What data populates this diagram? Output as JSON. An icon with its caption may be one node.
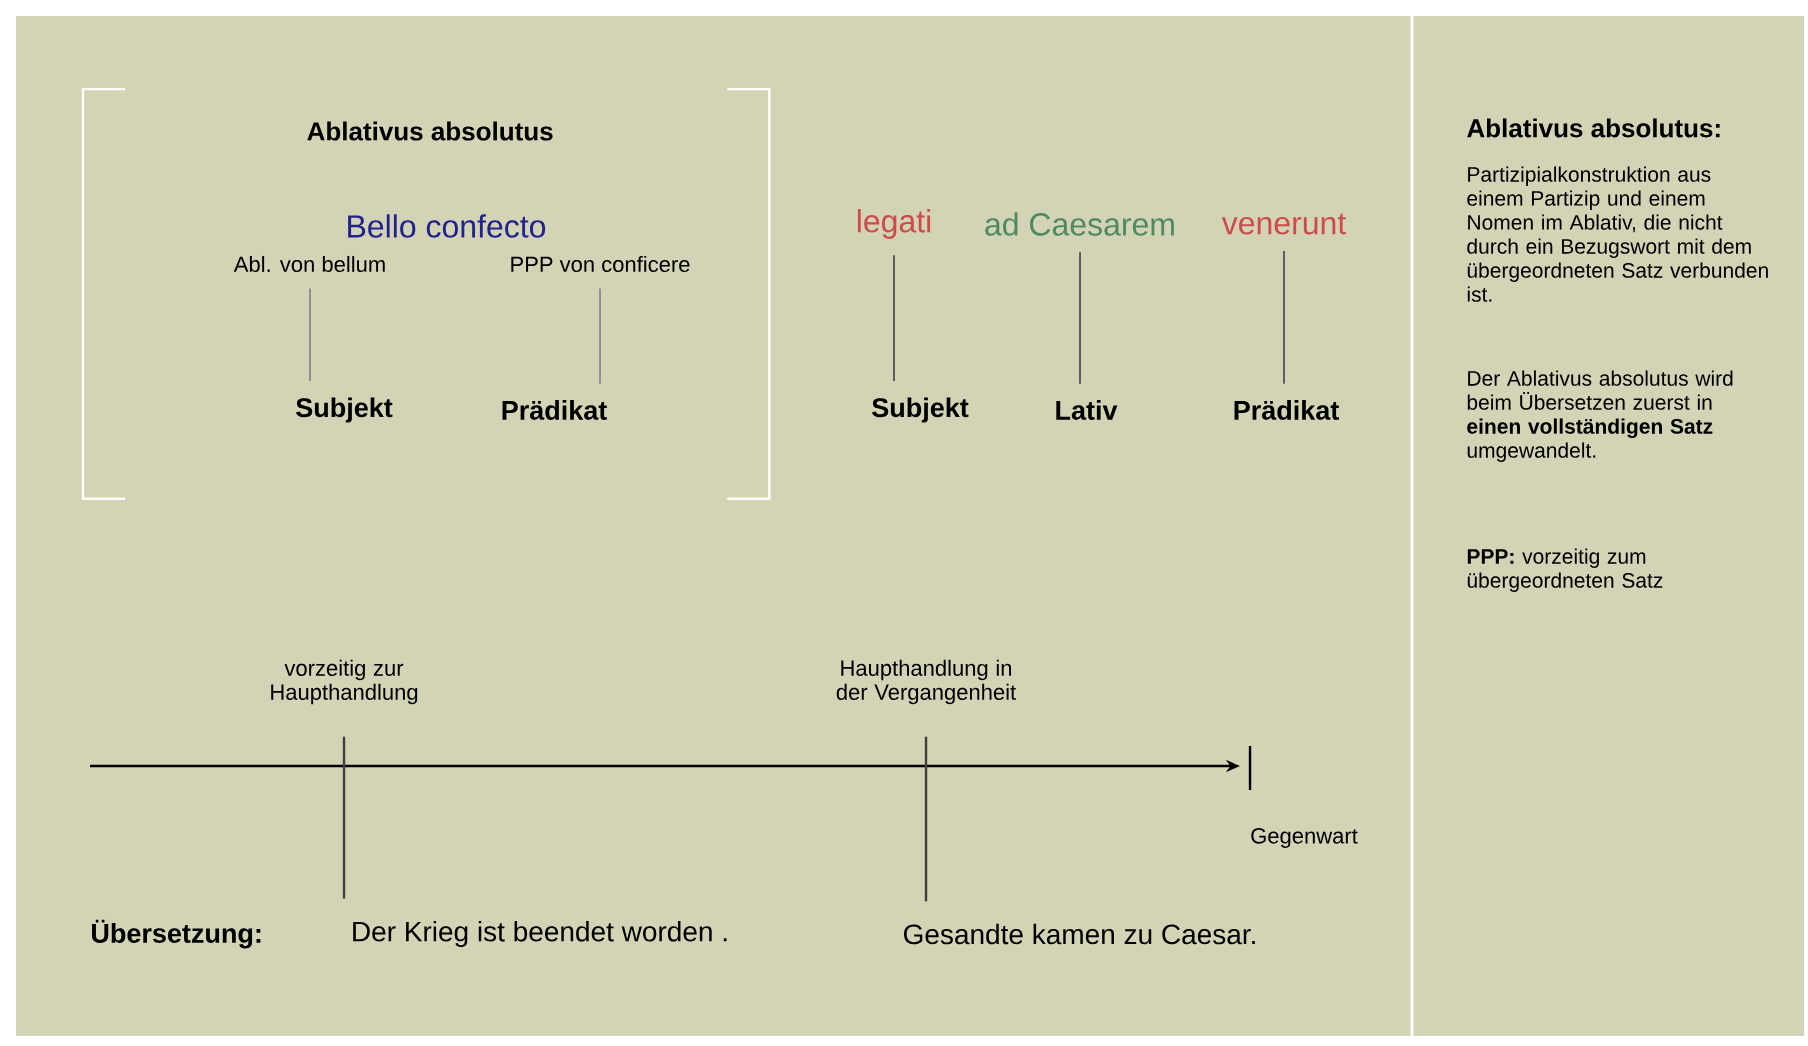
{
  "diagram": {
    "nodes": [
      {
        "text": [
          "Ablativus absolutus"
        ]
      },
      {
        "text": [
          "Abl. von bellum"
        ],
        "in": 0
      },
      {
        "text": [
          "PPP von conficere"
        ],
        "in": 0
      },
      {
        "text": [
          "Subjekt"
        ],
        "in": 0
      },
      {
        "text": [
          "Prädikat"
        ],
        "in": 0
      },
      {
        "text": [
          "legati"
        ]
      },
      {
        "text": [
          "ad Caesarem"
        ]
      },
      {
        "text": [
          "venerunt"
        ]
      },
      {
        "text": [
          "Subjekt"
        ]
      },
      {
        "text": [
          "Lativ"
        ]
      },
      {
        "text": [
          "Prädikat"
        ]
      },
      {
        "text": [
          "vorzeitig zur Haupthandlung"
        ]
      },
      {
        "text": [
          "Haupthandlung in der Vergangenheit"
        ]
      },
      {
        "text": [
          "Der Krieg ist beendet worden ."
        ]
      },
      {
        "text": [
          "Gesandte kamen zu Caesar."
        ]
      }
    ],
    "edges": [
      {
        "from": 1,
        "to": 3,
        "arrow": "none"
      },
      {
        "from": 2,
        "to": 4,
        "arrow": "none"
      },
      {
        "from": 5,
        "to": 8,
        "arrow": "none"
      },
      {
        "from": 6,
        "to": 9,
        "arrow": "none"
      },
      {
        "from": 7,
        "to": 10,
        "arrow": "none"
      },
      {
        "from": 11,
        "to": 13,
        "arrow": "none"
      },
      {
        "from": 12,
        "to": 14,
        "arrow": "none"
      }
    ],
    "labels": [
      "Bello confecto",
      "Ablativus absolutus:",
      "Partizipialkonstruktion aus einem Partizip und einem Nomen im Ablativ, die nicht durch ein Bezugswort mit dem übergeordneten Satz verbunden ist.",
      "Der Ablativus absolutus wird beim Übersetzen zuerst in **einen vollständigen Satz** umgewandelt.",
      "**PPP:** vorzeitig zum übergeordneten Satz",
      "Gegenwart",
      "Übersetzung:"
    ]
  }
}
